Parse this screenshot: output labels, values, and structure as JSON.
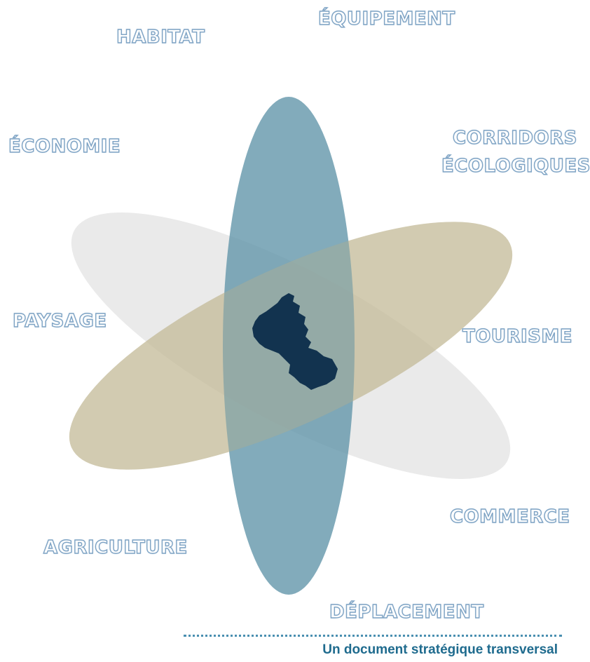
{
  "themes": {
    "habitat": "HABITAT",
    "equipement": "ÉQUIPEMENT",
    "economie": "ÉCONOMIE",
    "corridors_line1": "CORRIDORS",
    "corridors_line2": "ÉCOLOGIQUES",
    "paysage": "PAYSAGE",
    "tourisme": "TOURISME",
    "commerce": "COMMERCE",
    "agriculture": "AGRICULTURE",
    "deplacement": "DÉPLACEMENT"
  },
  "caption": "Un document stratégique transversal",
  "colors": {
    "vertical_ellipse": "#5f93a8",
    "tan_ellipse": "#c6bd9c",
    "grey_ellipse": "#dcdcdc",
    "territory": "#12334f",
    "label_outline": "#7ea3c4",
    "caption": "#1f6b8e"
  },
  "icons": {
    "territory_shape": "territory-map-silhouette"
  }
}
